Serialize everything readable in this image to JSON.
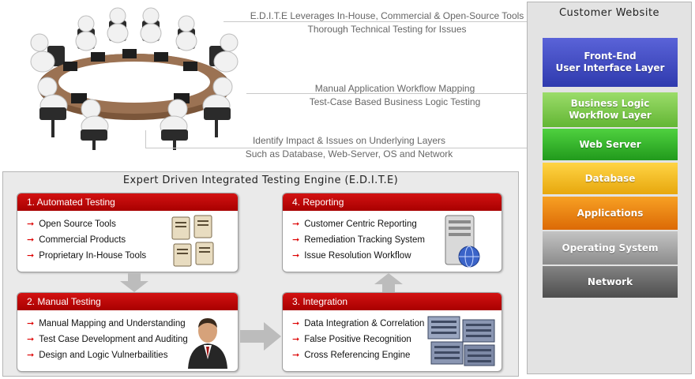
{
  "notes": [
    {
      "line1": "E.D.I.T.E Leverages In-House, Commercial & Open-Source Tools",
      "line2": "Thorough Technical Testing for Issues"
    },
    {
      "line1": "Manual Application Workflow Mapping",
      "line2": "Test-Case Based Business Logic Testing"
    },
    {
      "line1": "Identify Impact & Issues on Underlying Layers",
      "line2": "Such as Database, Web-Server, OS and Network"
    }
  ],
  "customer_website": {
    "title": "Customer Website",
    "layers": [
      {
        "label": "Front-End\nUser Interface Layer",
        "color": "#4a55c9"
      },
      {
        "label": "Business Logic\nWorkflow Layer",
        "color": "#7fcd4c"
      },
      {
        "label": "Web Server",
        "color": "#37b82e"
      },
      {
        "label": "Database",
        "color": "#f5c21f"
      },
      {
        "label": "Applications",
        "color": "#f08a12"
      },
      {
        "label": "Operating System",
        "color": "#a9a9a9"
      },
      {
        "label": "Network",
        "color": "#6c6c6c"
      }
    ]
  },
  "engine": {
    "title": "Expert Driven Integrated Testing Engine (E.D.I.T.E)",
    "boxes": [
      {
        "title": "1. Automated Testing",
        "items": [
          "Open Source Tools",
          "Commercial Products",
          "Proprietary In-House Tools"
        ]
      },
      {
        "title": "4. Reporting",
        "items": [
          "Customer Centric Reporting",
          "Remediation Tracking System",
          "Issue Resolution Workflow"
        ]
      },
      {
        "title": "2. Manual Testing",
        "items": [
          "Manual Mapping and Understanding",
          "Test Case Development  and Auditing",
          "Design and Logic Vulnerbailities"
        ]
      },
      {
        "title": "3. Integration",
        "items": [
          "Data Integration & Correlation",
          "False Positive Recognition",
          "Cross Referencing Engine"
        ]
      }
    ]
  },
  "icons": {
    "meeting": "conference-table-figures-icon",
    "servers": "server-cluster-icon",
    "report_server": "report-server-globe-icon",
    "person": "businessman-icon",
    "rack": "rack-servers-icon"
  }
}
